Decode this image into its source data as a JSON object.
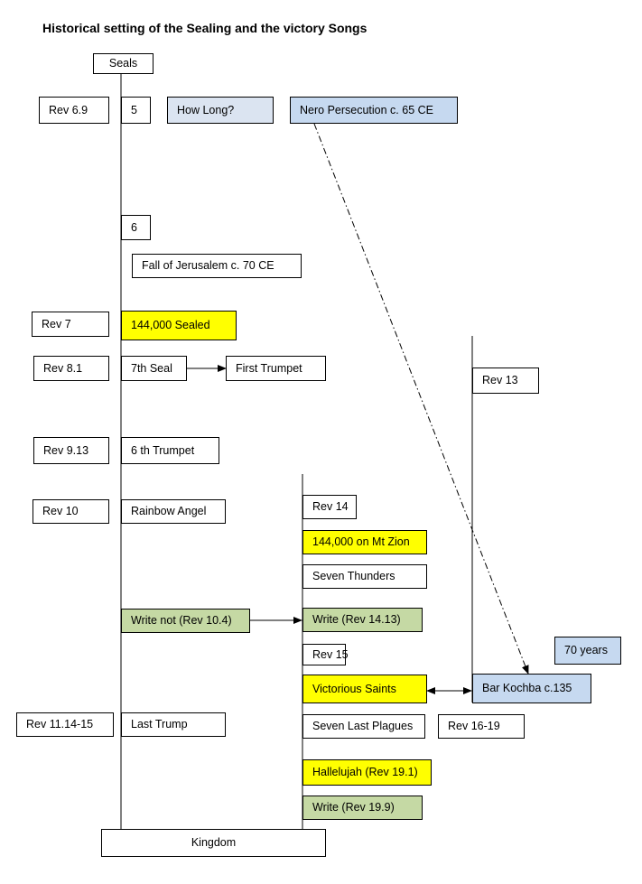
{
  "title": "Historical setting of the Sealing and the victory Songs",
  "boxes": {
    "seals": "Seals",
    "rev_6_9": "Rev 6.9",
    "seal_5": "5",
    "how_long": "How Long?",
    "nero": "Nero Persecution c. 65 CE",
    "seal_6": "6",
    "fall_jerusalem": "Fall of Jerusalem c. 70 CE",
    "rev_7": "Rev 7",
    "sealed_144000": "144,000 Sealed",
    "rev_8_1": "Rev 8.1",
    "seventh_seal": "7th Seal",
    "first_trumpet": "First Trumpet",
    "rev_13": "Rev 13",
    "rev_9_13": "Rev 9.13",
    "sixth_trumpet": "6 th Trumpet",
    "rev_10": "Rev 10",
    "rainbow_angel": "Rainbow Angel",
    "rev_14": "Rev 14",
    "mt_zion": "144,000 on Mt Zion",
    "seven_thunders": "Seven Thunders",
    "write_not": "Write not (Rev 10.4)",
    "write_14_13": "Write (Rev 14.13)",
    "rev_15": "Rev 15",
    "seventy_years": "70 years",
    "victorious_saints": "Victorious Saints",
    "bar_kochba": "Bar Kochba c.135",
    "rev_11_14": "Rev 11.14-15",
    "last_trump": "Last Trump",
    "seven_last_plagues": "Seven Last Plagues",
    "rev_16_19": "Rev 16-19",
    "hallelujah": "Hallelujah (Rev 19.1)",
    "write_19_9": "Write (Rev 19.9)",
    "kingdom": "Kingdom"
  }
}
